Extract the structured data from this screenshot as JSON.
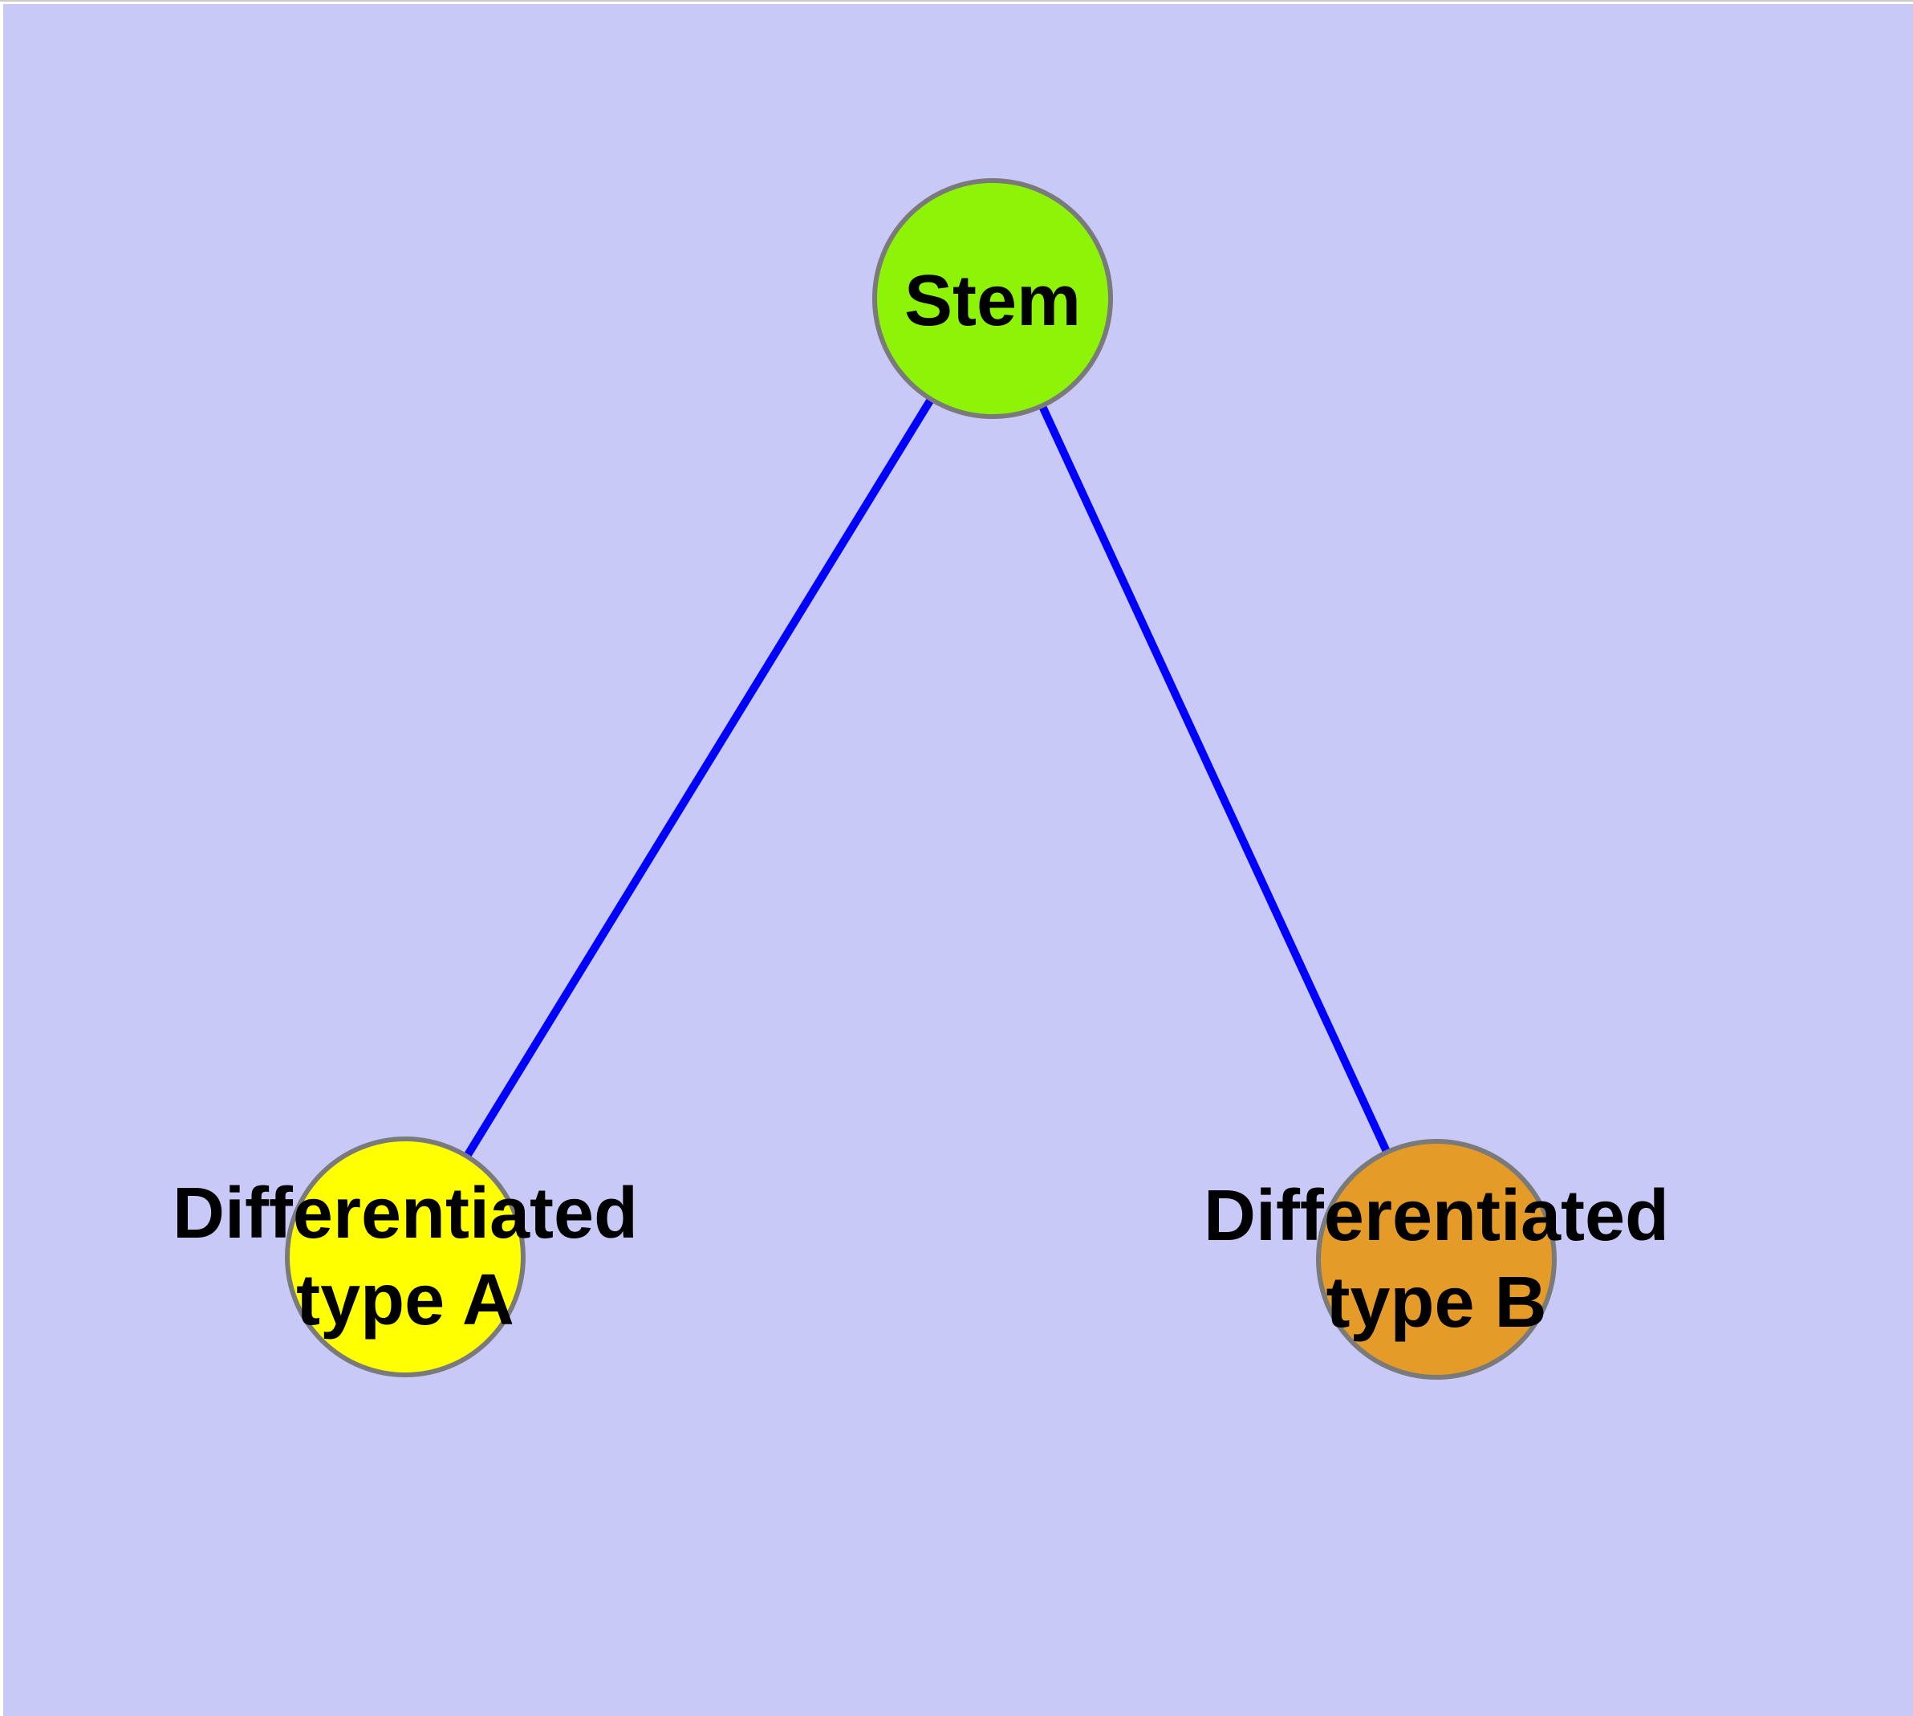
{
  "diagram": {
    "background_color": "#C9C9F8",
    "top_edge_line_color": "#CBCBCB",
    "edge_color": "#0000FF",
    "node_border_color": "#7A7A7A",
    "text_color": "#000000",
    "nodes": [
      {
        "id": "stem",
        "label": "Stem",
        "lines": [
          "Stem"
        ],
        "fill": "#8DF407"
      },
      {
        "id": "differentiated-type-a",
        "label": "Differentiated type A",
        "lines": [
          "Differentiated",
          "type A"
        ],
        "fill": "#FFFF00"
      },
      {
        "id": "differentiated-type-b",
        "label": "Differentiated type B",
        "lines": [
          "Differentiated",
          "type B"
        ],
        "fill": "#E49B27"
      }
    ],
    "edges": [
      {
        "source": "Stem",
        "target": "Differentiated type A"
      },
      {
        "source": "Stem",
        "target": "Differentiated type B"
      }
    ]
  }
}
